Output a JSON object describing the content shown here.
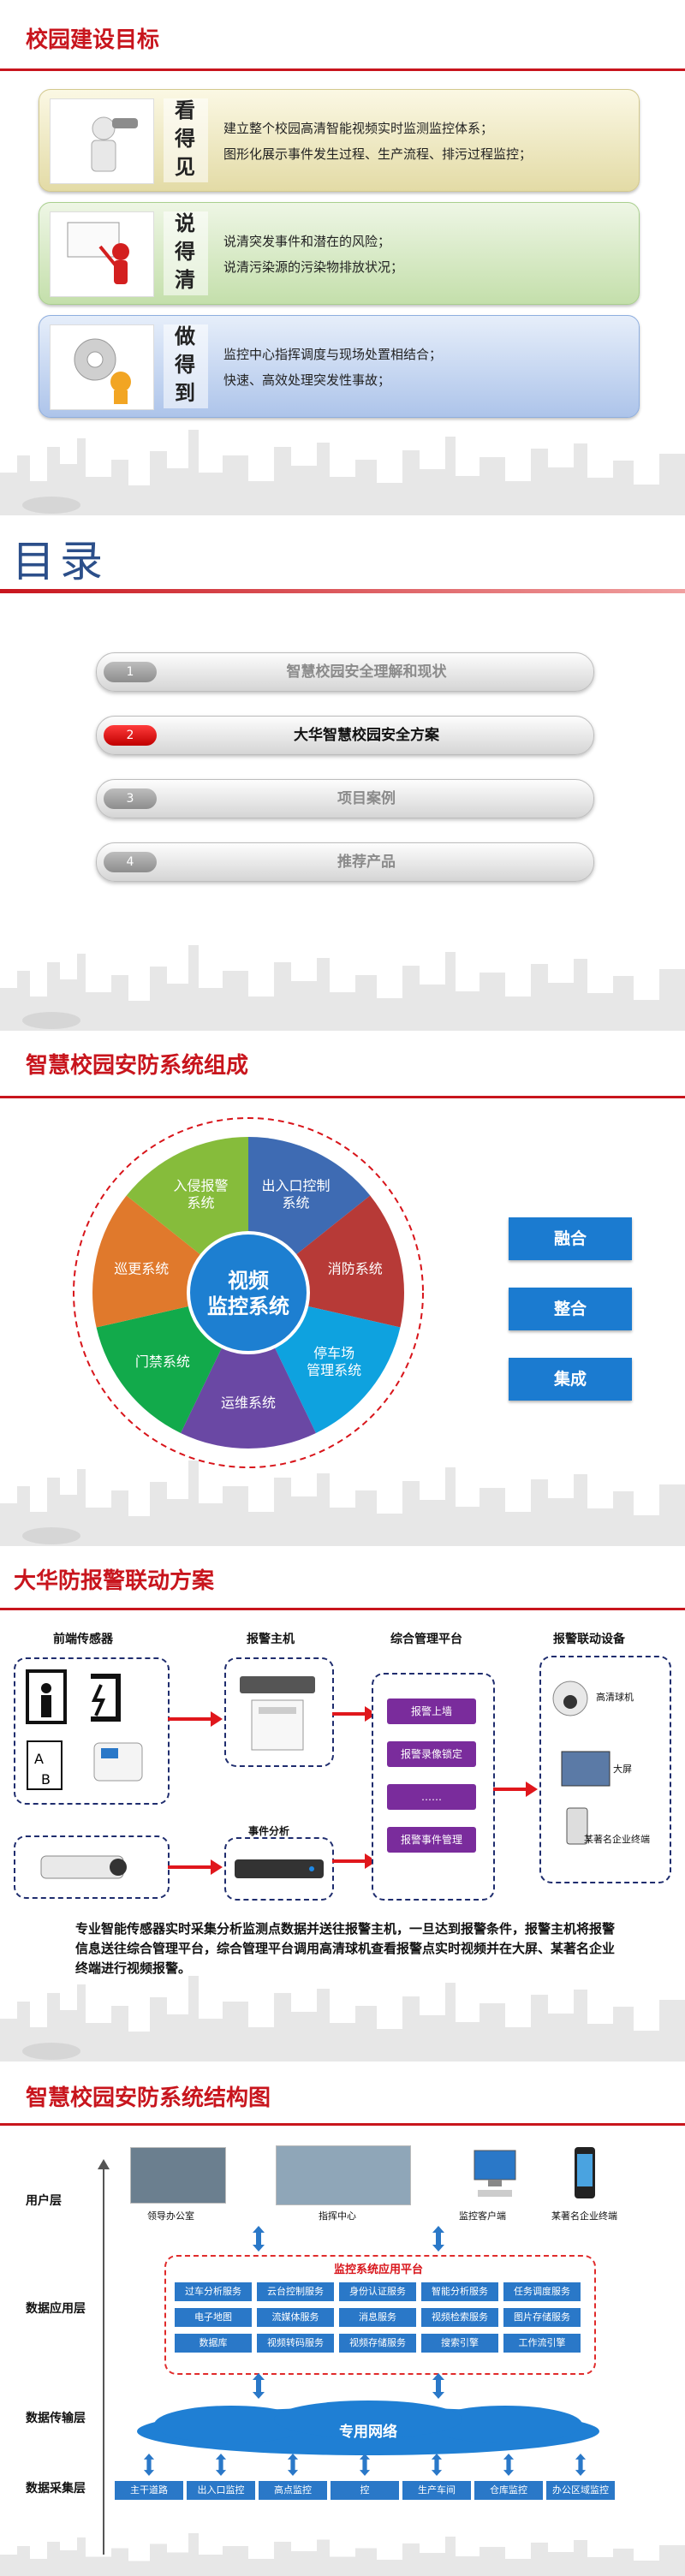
{
  "slide1": {
    "title": "校园建设目标",
    "goals": [
      {
        "word": [
          "看",
          "得",
          "见"
        ],
        "lines": [
          "建立整个校园高清智能视频实时监测监控体系；",
          "图形化展示事件发生过程、生产流程、排污过程监控；"
        ]
      },
      {
        "word": [
          "说",
          "得",
          "清"
        ],
        "lines": [
          "说清突发事件和潜在的风险；",
          "说清污染源的污染物排放状况；"
        ]
      },
      {
        "word": [
          "做",
          "得",
          "到"
        ],
        "lines": [
          "监控中心指挥调度与现场处置相结合；",
          "快速、高效处理突发性事故；"
        ]
      }
    ]
  },
  "slide2": {
    "title": "目录",
    "items": [
      {
        "num": "1",
        "label": "智慧校园安全理解和现状",
        "active": false
      },
      {
        "num": "2",
        "label": "大华智慧校园安全方案",
        "active": true
      },
      {
        "num": "3",
        "label": "项目案例",
        "active": false
      },
      {
        "num": "4",
        "label": "推荐产品",
        "active": false
      }
    ]
  },
  "slide3": {
    "title": "智慧校园安防系统组成",
    "center": [
      "视频",
      "监控系统"
    ],
    "segments": [
      {
        "label": [
          "出入口控制",
          "系统"
        ],
        "color": "#3e6bb3"
      },
      {
        "label": [
          "消防系统"
        ],
        "color": "#b73a37"
      },
      {
        "label": [
          "停车场",
          "管理系统"
        ],
        "color": "#0ea2df"
      },
      {
        "label": [
          "运维系统"
        ],
        "color": "#6a48a4"
      },
      {
        "label": [
          "门禁系统"
        ],
        "color": "#12aa4b"
      },
      {
        "label": [
          "巡更系统"
        ],
        "color": "#e0792c"
      },
      {
        "label": [
          "入侵报警",
          "系统"
        ],
        "color": "#86bc3b"
      }
    ],
    "side": [
      "融合",
      "整合",
      "集成"
    ]
  },
  "slide4": {
    "title": "大华防报警联动方案",
    "columns": [
      "前端传感器",
      "报警主机",
      "综合管理平台",
      "报警联动设备"
    ],
    "event_label": "事件分析",
    "platform_buttons": [
      "报警上墙",
      "报警录像锁定",
      "……",
      "报警事件管理"
    ],
    "devices": [
      "高清球机",
      "大屏",
      "某著名企业终端"
    ],
    "description": "专业智能传感器实时采集分析监测点数据并送往报警主机，一旦达到报警条件，报警主机将报警信息送往综合管理平台，综合管理平台调用高清球机查看报警点实时视频并在大屏、某著名企业终端进行视频报警。"
  },
  "slide5": {
    "title": "智慧校园安防系统结构图",
    "layers": [
      "用户层",
      "数据应用层",
      "数据传输层",
      "数据采集层"
    ],
    "users": [
      "领导办公室",
      "指挥中心",
      "监控客户端",
      "某著名企业终端"
    ],
    "platform_title": "监控系统应用平台",
    "services": [
      [
        "过车分析服务",
        "云台控制服务",
        "身份认证服务",
        "智能分析服务",
        "任务调度服务"
      ],
      [
        "电子地图",
        "流媒体服务",
        "消息服务",
        "视频检索服务",
        "图片存储服务"
      ],
      [
        "数据库",
        "视频转码服务",
        "视频存储服务",
        "搜索引擎",
        "工作流引擎"
      ]
    ],
    "network": "专用网络",
    "collect": [
      "主干道路",
      "出入口监控",
      "高点监控",
      "控",
      "生产车间",
      "仓库监控",
      "办公区域监控"
    ]
  }
}
